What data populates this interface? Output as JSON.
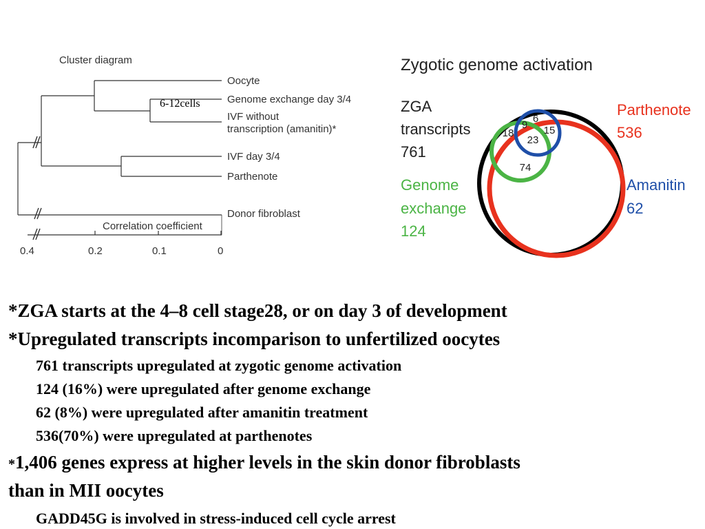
{
  "cluster": {
    "title": "Cluster diagram",
    "samples": [
      "Oocyte",
      "Genome exchange day 3/4",
      "IVF without",
      "transcription (amanitin)*",
      "IVF day 3/4",
      "Parthenote",
      "Donor fibroblast"
    ],
    "annotation": "6-12cells",
    "axis_label": "Correlation coefficient",
    "ticks": [
      "0.4",
      "0.2",
      "0.1",
      "0"
    ]
  },
  "zga": {
    "title": "Zygotic genome activation",
    "total_label": [
      "ZGA",
      "transcripts",
      "761"
    ],
    "genome_exchange_label": [
      "Genome",
      "exchange",
      "124"
    ],
    "parthenote_label": [
      "Parthenote",
      "536"
    ],
    "amanitin_label": [
      "Amanitin",
      "62"
    ],
    "regions": [
      "6",
      "18",
      "9",
      "15",
      "23",
      "74"
    ],
    "colors": {
      "zga": "#000000",
      "parthenote": "#e8321e",
      "genome_exchange": "#4bb445",
      "amanitin": "#1f4fa8"
    }
  },
  "notes": {
    "l1": "*ZGA starts at the 4–8 cell stage28, or on day 3 of development",
    "l2": "*Upregulated transcripts incomparison to unfertilized oocytes",
    "l3": "761 transcripts upregulated at zygotic genome activation",
    "l4": "124 (16%) were upregulated after genome exchange",
    "l5": "62 (8%) were upregulated after amanitin treatment",
    "l6": "536(70%) were upregulated at parthenotes",
    "l7_star": "*",
    "l7": "1,406 genes express at higher levels in the skin donor fibroblasts",
    "l8": "than in MII oocytes",
    "l9": "GADD45G is involved in stress-induced cell cycle arrest"
  }
}
